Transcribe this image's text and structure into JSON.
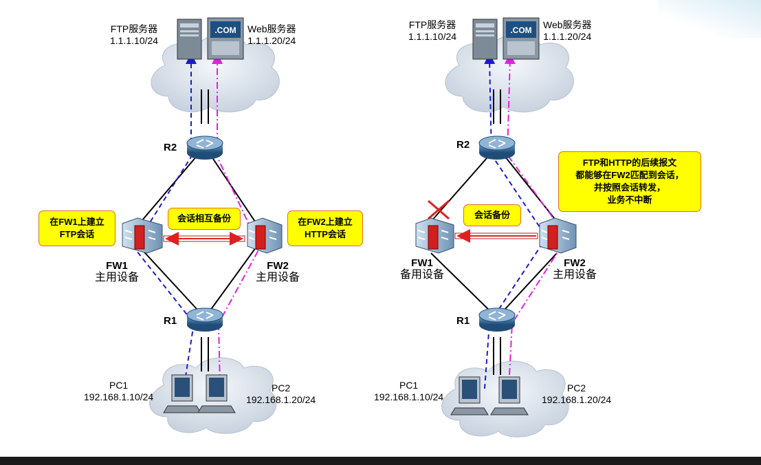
{
  "left": {
    "ftp_server_name": "FTP服务器",
    "ftp_server_ip": "1.1.1.10/24",
    "web_server_name": "Web服务器",
    "web_server_ip": "1.1.1.20/24",
    "r2": "R2",
    "r1": "R1",
    "fw1_name": "FW1",
    "fw1_role": "主用设备",
    "fw2_name": "FW2",
    "fw2_role": "主用设备",
    "pc1_name": "PC1",
    "pc1_ip": "192.168.1.10/24",
    "pc2_name": "PC2",
    "pc2_ip": "192.168.1.20/24",
    "note_fw1_line1": "在FW1上建立",
    "note_fw1_line2": "FTP会话",
    "note_mutual": "会话相互备份",
    "note_fw2_line1": "在FW2上建立",
    "note_fw2_line2": "HTTP会话"
  },
  "right": {
    "ftp_server_name": "FTP服务器",
    "ftp_server_ip": "1.1.1.10/24",
    "web_server_name": "Web服务器",
    "web_server_ip": "1.1.1.20/24",
    "r2": "R2",
    "r1": "R1",
    "fw1_name": "FW1",
    "fw1_role": "备用设备",
    "fw2_name": "FW2",
    "fw2_role": "主用设备",
    "pc1_name": "PC1",
    "pc1_ip": "192.168.1.10/24",
    "pc2_name": "PC2",
    "pc2_ip": "192.168.1.20/24",
    "note_backup": "会话备份",
    "note_result_line1": "FTP和HTTP的后续报文",
    "note_result_line2": "都能够在FW2匹配到会话，",
    "note_result_line3": "并按照会话转发，",
    "note_result_line4": "业务不中断"
  },
  "server_badge": ".COM",
  "colors": {
    "ftp_flow": "#1a1acc",
    "http_flow": "#e020e0",
    "note_bg": "#ffff00",
    "note_border": "#e06a2a",
    "fail_mark": "#e02020"
  }
}
